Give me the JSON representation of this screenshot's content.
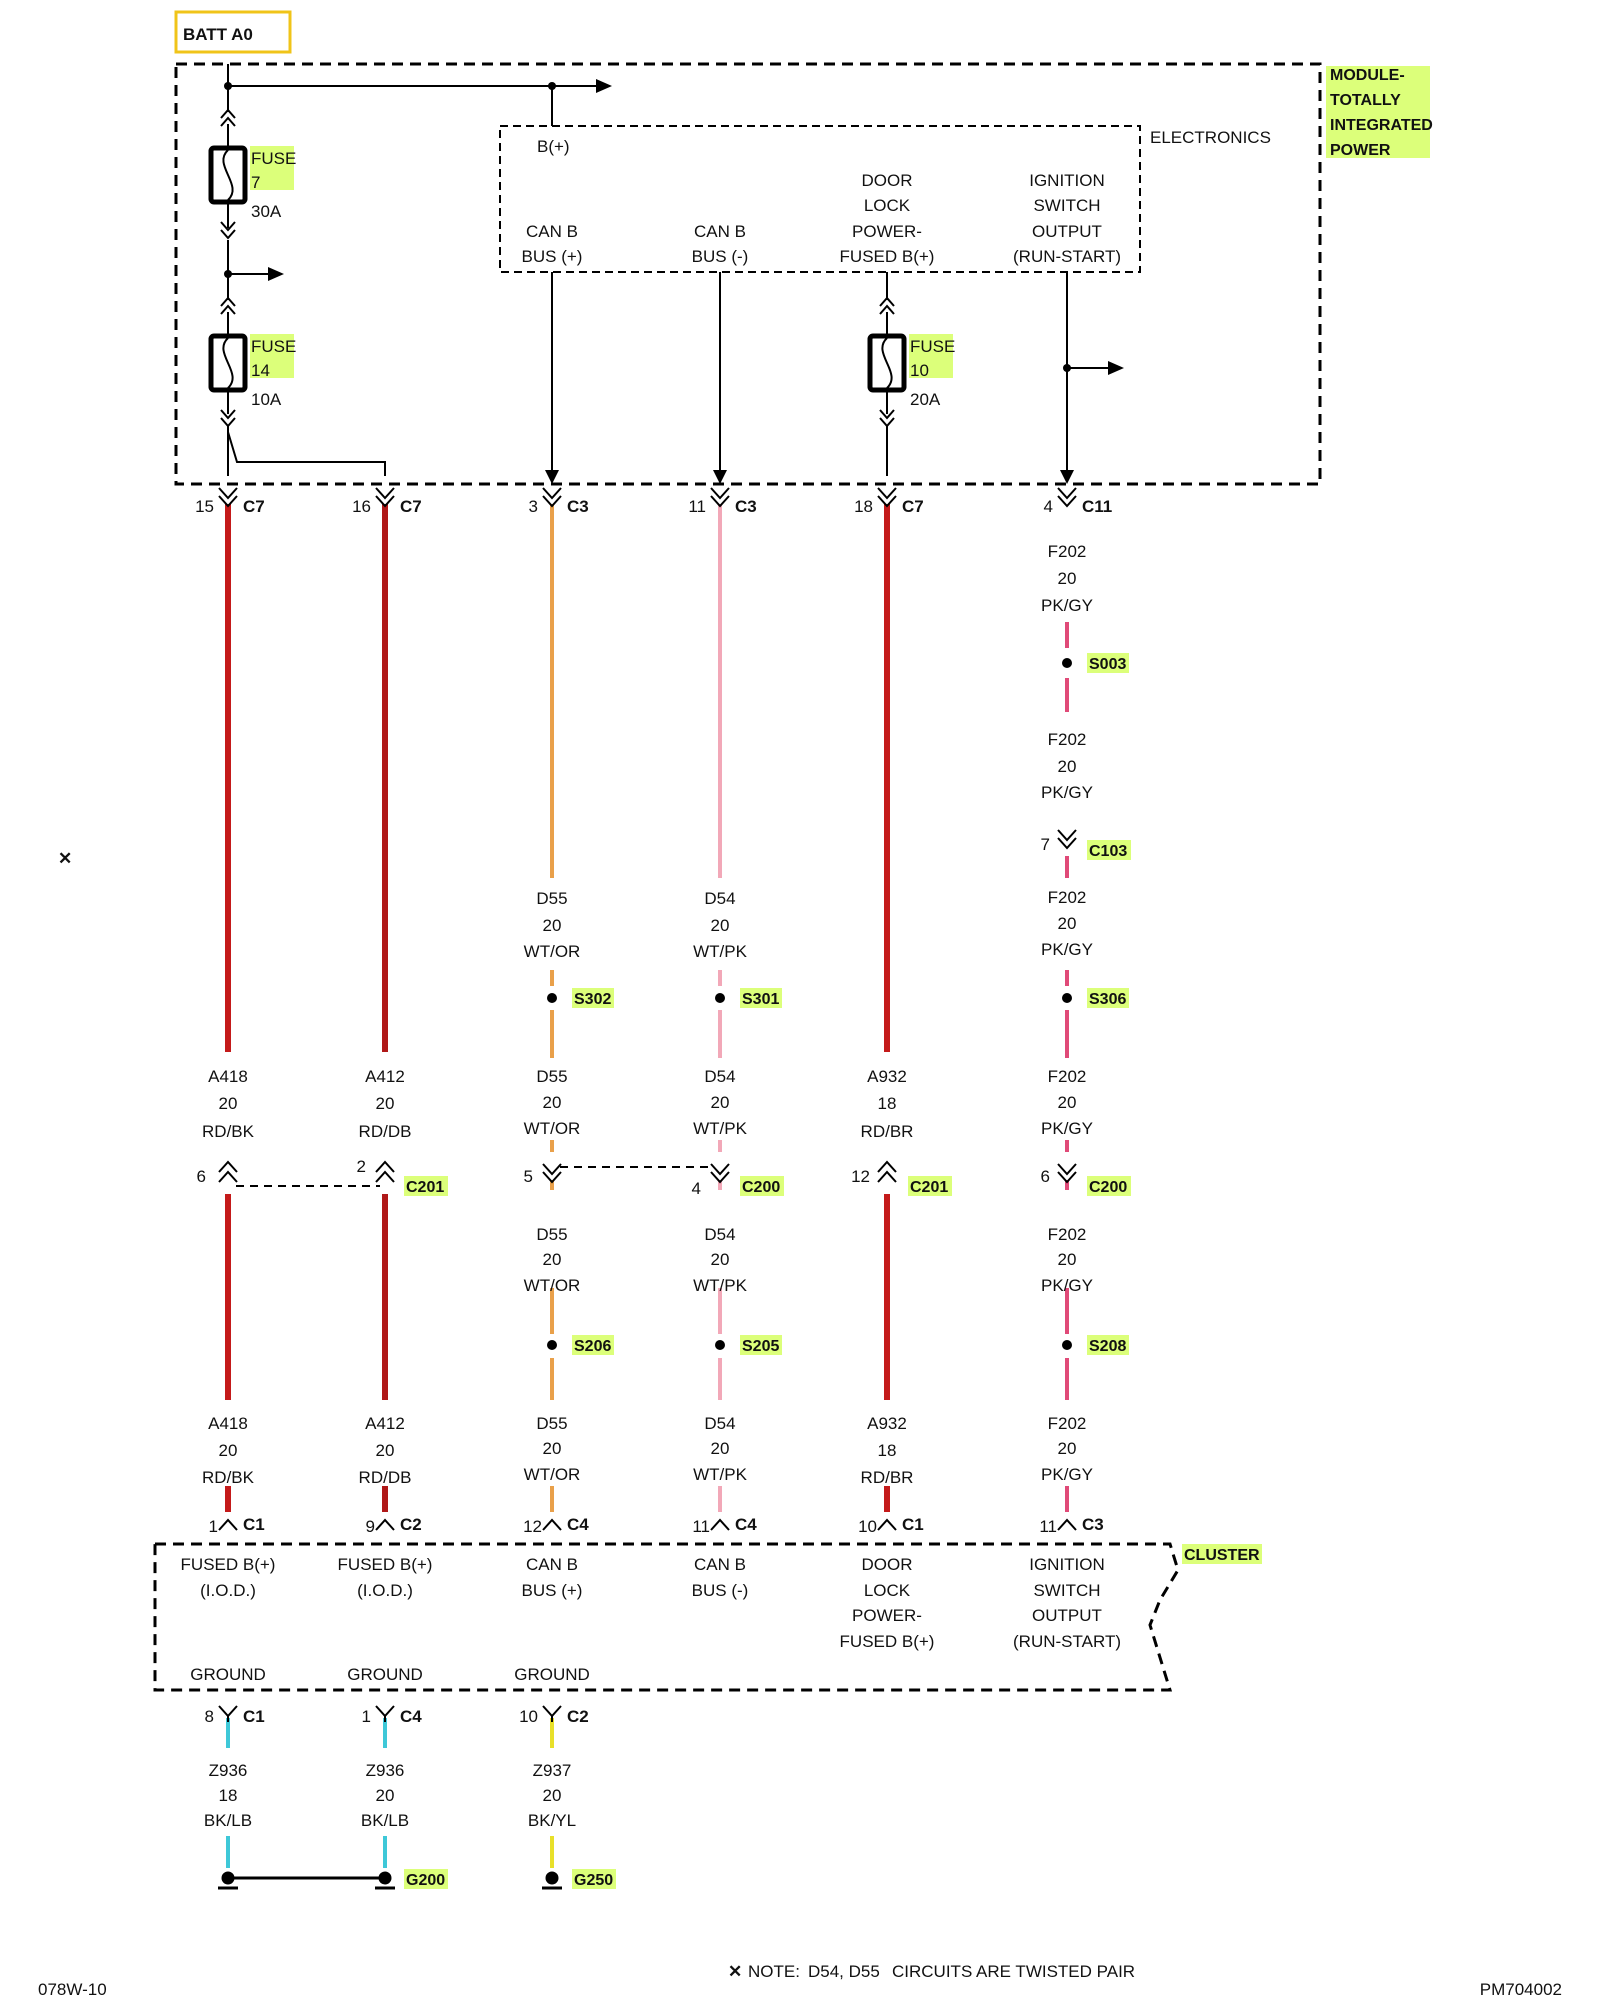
{
  "page": {
    "left_code": "078W-10",
    "right_code": "PM704002",
    "note_prefix": "NOTE:",
    "note_circuits": "D54, D55",
    "note_text": "CIRCUITS ARE TWISTED PAIR",
    "note_symbol": "twisted-pair-icon"
  },
  "source": {
    "label": "BATT A0"
  },
  "module": {
    "label_lines": [
      "MODULE-",
      "TOTALLY",
      "INTEGRATED",
      "POWER"
    ],
    "electronics_label": "ELECTRONICS",
    "bplus_label": "B(+)",
    "fuses": [
      {
        "label": "FUSE",
        "number": "7",
        "rating": "30A"
      },
      {
        "label": "FUSE",
        "number": "14",
        "rating": "10A"
      },
      {
        "label": "FUSE",
        "number": "10",
        "rating": "20A"
      }
    ],
    "outputs": [
      {
        "lines": [
          "CAN B",
          "BUS (+)"
        ]
      },
      {
        "lines": [
          "CAN B",
          "BUS (-)"
        ]
      },
      {
        "lines": [
          "DOOR",
          "LOCK",
          "POWER-",
          "FUSED B(+)"
        ]
      },
      {
        "lines": [
          "IGNITION",
          "SWITCH",
          "OUTPUT",
          "(RUN-START)"
        ]
      }
    ]
  },
  "top_pins": [
    {
      "pin": "15",
      "conn": "C7"
    },
    {
      "pin": "16",
      "conn": "C7"
    },
    {
      "pin": "3",
      "conn": "C3"
    },
    {
      "pin": "11",
      "conn": "C3"
    },
    {
      "pin": "18",
      "conn": "C7"
    },
    {
      "pin": "4",
      "conn": "C11"
    }
  ],
  "wires": [
    {
      "circuit": "A418",
      "gauge": "20",
      "color": "RD/BK",
      "stroke": "#c41a1a"
    },
    {
      "circuit": "A412",
      "gauge": "20",
      "color": "RD/DB",
      "stroke": "#b01818"
    },
    {
      "circuit": "D55",
      "gauge": "20",
      "color": "WT/OR",
      "stroke": "#e9a04a"
    },
    {
      "circuit": "D54",
      "gauge": "20",
      "color": "WT/PK",
      "stroke": "#f2a8b8"
    },
    {
      "circuit": "A932",
      "gauge": "18",
      "color": "RD/BR",
      "stroke": "#c41a1a"
    },
    {
      "circuit": "F202",
      "gauge": "20",
      "color": "PK/GY",
      "stroke": "#e04a78"
    }
  ],
  "splices": {
    "s003": "S003",
    "s302": "S302",
    "s301": "S301",
    "s306": "S306",
    "s206": "S206",
    "s205": "S205",
    "s208": "S208"
  },
  "connectors": {
    "c103": {
      "pin": "7",
      "conn": "C103"
    },
    "c201_a": {
      "pin": "6"
    },
    "c201_b": {
      "pin": "2",
      "conn": "C201"
    },
    "c200_a": {
      "pin": "5"
    },
    "c200_b": {
      "pin": "4",
      "conn": "C200"
    },
    "c201_c": {
      "pin": "12",
      "conn": "C201"
    },
    "c200_c": {
      "pin": "6",
      "conn": "C200"
    }
  },
  "bottom_pins": [
    {
      "pin": "1",
      "conn": "C1"
    },
    {
      "pin": "9",
      "conn": "C2"
    },
    {
      "pin": "12",
      "conn": "C4"
    },
    {
      "pin": "11",
      "conn": "C4"
    },
    {
      "pin": "10",
      "conn": "C1"
    },
    {
      "pin": "11",
      "conn": "C3"
    }
  ],
  "cluster": {
    "label": "CLUSTER",
    "inputs": [
      {
        "lines": [
          "FUSED B(+)",
          "(I.O.D.)"
        ]
      },
      {
        "lines": [
          "FUSED B(+)",
          "(I.O.D.)"
        ]
      },
      {
        "lines": [
          "CAN B",
          "BUS (+)"
        ]
      },
      {
        "lines": [
          "CAN B",
          "BUS (-)"
        ]
      },
      {
        "lines": [
          "DOOR",
          "LOCK",
          "POWER-",
          "FUSED B(+)"
        ]
      },
      {
        "lines": [
          "IGNITION",
          "SWITCH",
          "OUTPUT",
          "(RUN-START)"
        ]
      }
    ],
    "ground_label": "GROUND"
  },
  "ground_pins": [
    {
      "pin": "8",
      "conn": "C1"
    },
    {
      "pin": "1",
      "conn": "C4"
    },
    {
      "pin": "10",
      "conn": "C2"
    }
  ],
  "ground_wires": [
    {
      "circuit": "Z936",
      "gauge": "18",
      "color": "BK/LB",
      "stroke": "#3ec8d8"
    },
    {
      "circuit": "Z936",
      "gauge": "20",
      "color": "BK/LB",
      "stroke": "#3ec8d8"
    },
    {
      "circuit": "Z937",
      "gauge": "20",
      "color": "BK/YL",
      "stroke": "#e8e02a"
    }
  ],
  "grounds": {
    "g200": "G200",
    "g250": "G250"
  }
}
